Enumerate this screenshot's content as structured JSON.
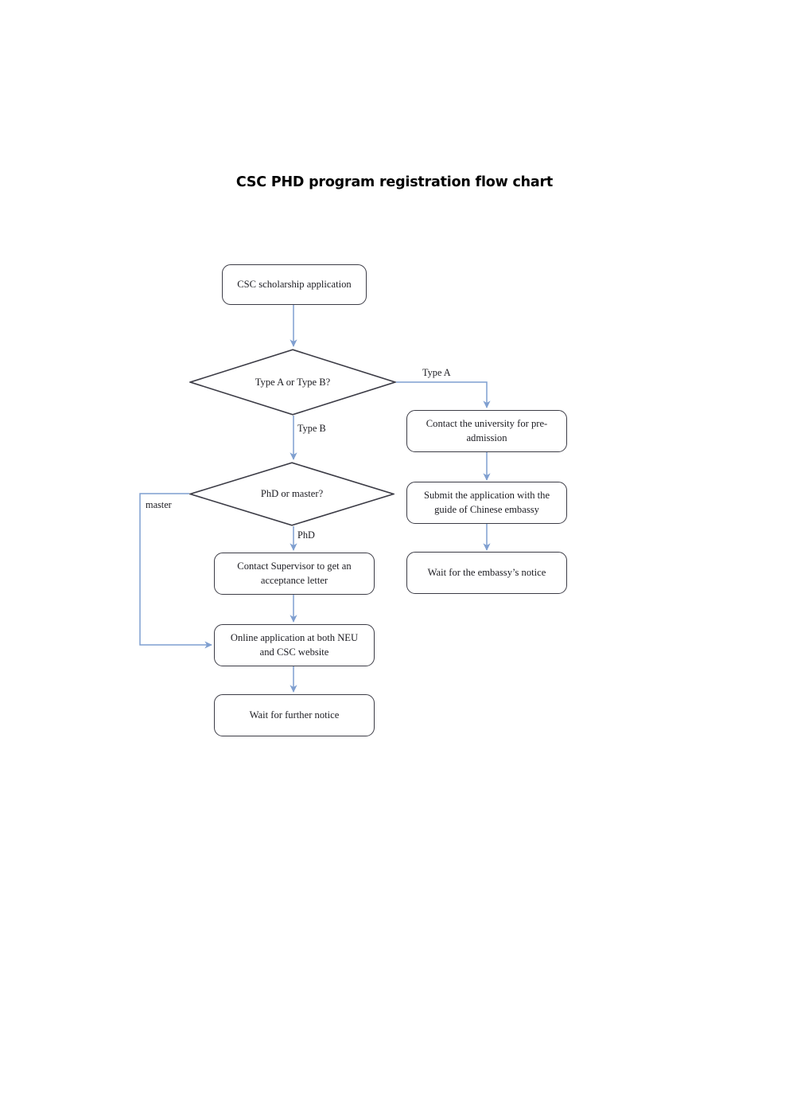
{
  "document": {
    "title": "CSC PHD program registration flow chart",
    "page_background": "#ffffff"
  },
  "chart_data": {
    "type": "diagram",
    "subtype": "flowchart",
    "title": "CSC PHD program registration flow chart",
    "colors": {
      "node_border": "#3c3c46",
      "node_fill": "#ffffff",
      "connector": "#7f9fd0",
      "text": "#1c1c22",
      "title_text": "#000000"
    },
    "nodes": [
      {
        "id": "start",
        "shape": "rounded-rect",
        "label": "CSC scholarship application"
      },
      {
        "id": "type-decision",
        "shape": "diamond",
        "label": "Type A or Type B?"
      },
      {
        "id": "contact-univ",
        "shape": "rounded-rect",
        "label": "Contact the university for pre-admission"
      },
      {
        "id": "submit-embassy",
        "shape": "rounded-rect",
        "label": "Submit the application with the guide of Chinese embassy"
      },
      {
        "id": "wait-embassy",
        "shape": "rounded-rect",
        "label": "Wait for the embassy’s notice"
      },
      {
        "id": "degree-decision",
        "shape": "diamond",
        "label": "PhD or master?"
      },
      {
        "id": "contact-supervisor",
        "shape": "rounded-rect",
        "label": "Contact Supervisor to get an acceptance letter"
      },
      {
        "id": "online-app",
        "shape": "rounded-rect",
        "label": "Online application at both NEU and CSC website"
      },
      {
        "id": "wait-notice",
        "shape": "rounded-rect",
        "label": "Wait for further notice"
      }
    ],
    "edges": [
      {
        "from": "start",
        "to": "type-decision",
        "label": ""
      },
      {
        "from": "type-decision",
        "to": "contact-univ",
        "label": "Type A"
      },
      {
        "from": "type-decision",
        "to": "degree-decision",
        "label": "Type B"
      },
      {
        "from": "contact-univ",
        "to": "submit-embassy",
        "label": ""
      },
      {
        "from": "submit-embassy",
        "to": "wait-embassy",
        "label": ""
      },
      {
        "from": "degree-decision",
        "to": "contact-supervisor",
        "label": "PhD"
      },
      {
        "from": "degree-decision",
        "to": "online-app",
        "label": "master"
      },
      {
        "from": "contact-supervisor",
        "to": "online-app",
        "label": ""
      },
      {
        "from": "online-app",
        "to": "wait-notice",
        "label": ""
      }
    ]
  },
  "nodes": {
    "start": {
      "label": "CSC scholarship application"
    },
    "type_decision": {
      "label": "Type A or Type B?"
    },
    "contact_university": {
      "line1": "Contact the university for pre-",
      "line2": "admission"
    },
    "submit_embassy": {
      "line1": "Submit the application with the",
      "line2": "guide of Chinese embassy"
    },
    "wait_embassy": {
      "label": "Wait for the embassy’s notice"
    },
    "degree_decision": {
      "label": "PhD or master?"
    },
    "contact_supervisor": {
      "line1": "Contact Supervisor to get an",
      "line2": "acceptance letter"
    },
    "online_application": {
      "line1": "Online application at both NEU",
      "line2": "and CSC website"
    },
    "wait_notice": {
      "label": "Wait for further notice"
    }
  },
  "edge_labels": {
    "type_a": "Type A",
    "type_b": "Type B",
    "phd": "PhD",
    "master": "master"
  }
}
